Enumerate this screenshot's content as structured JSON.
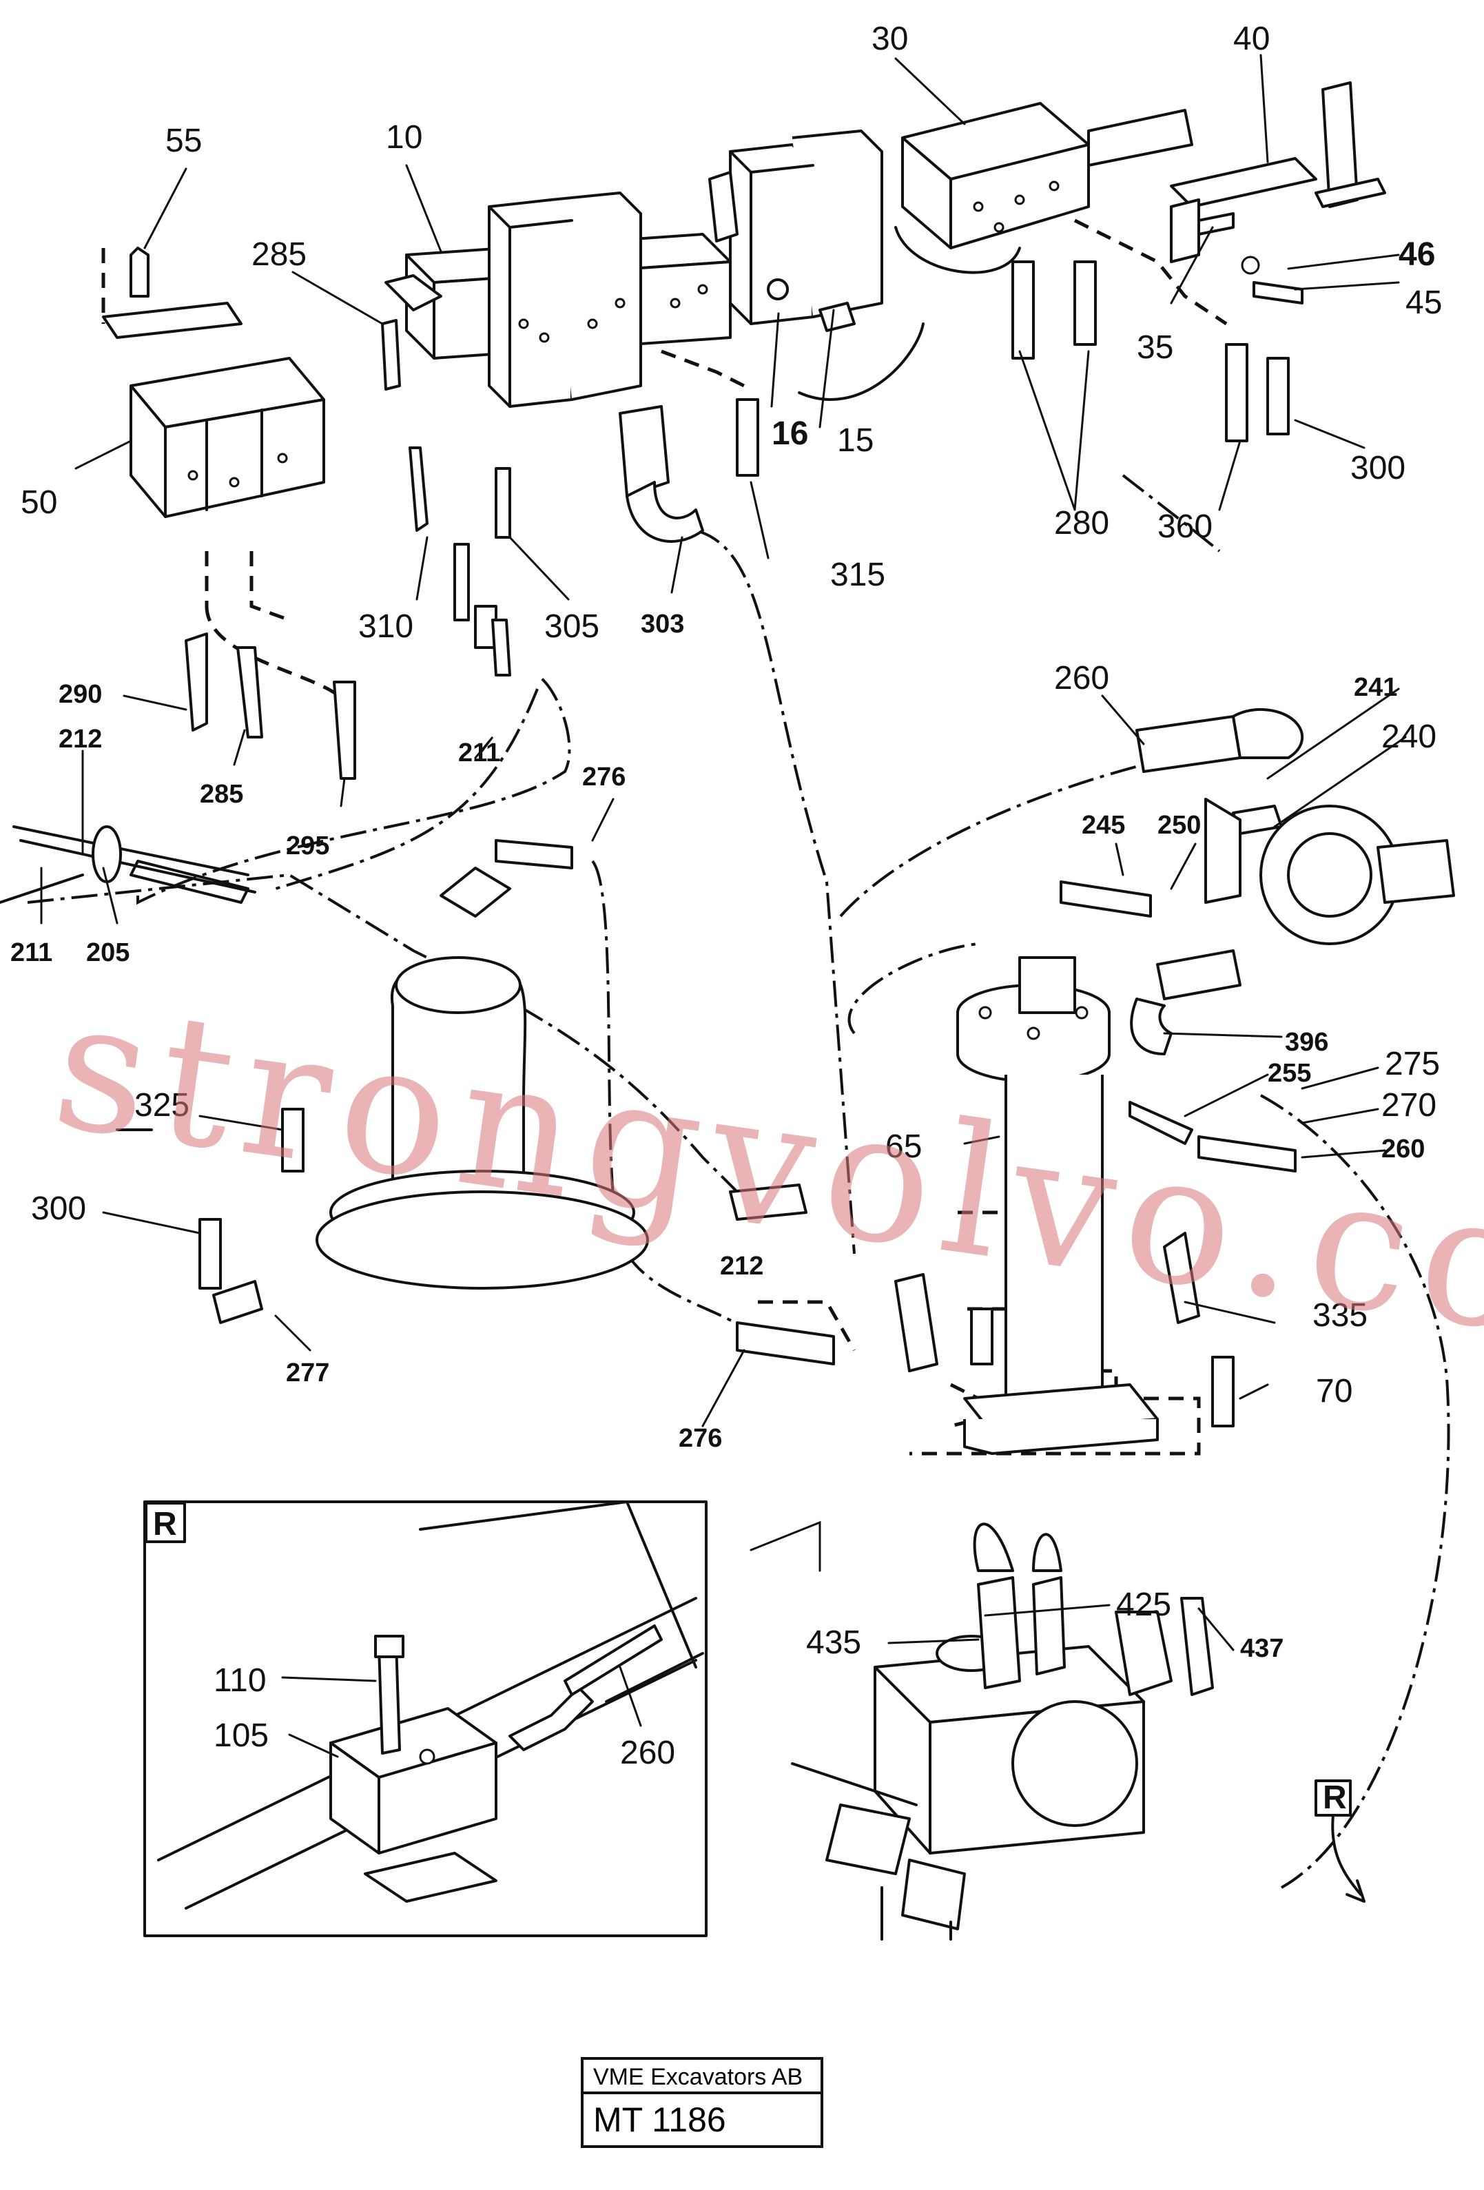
{
  "watermark": "strongvolvo.com",
  "title_block": {
    "company": "VME Excavators AB",
    "drawing_no": "MT 1186"
  },
  "detail_marker": "R",
  "callouts": {
    "c10": "10",
    "c15": "15",
    "c16": "16",
    "c30": "30",
    "c35": "35",
    "c40": "40",
    "c45": "45",
    "c46": "46",
    "c50": "50",
    "c55": "55",
    "c65": "65",
    "c70": "70",
    "c105": "105",
    "c110": "110",
    "c205": "205",
    "c211a": "211",
    "c211b": "211",
    "c212a": "212",
    "c212b": "212",
    "c240": "240",
    "c241": "241",
    "c245": "245",
    "c250": "250",
    "c255": "255",
    "c260a": "260",
    "c260b": "260",
    "c260c": "260",
    "c270": "270",
    "c275": "275",
    "c276a": "276",
    "c276b": "276",
    "c277": "277",
    "c280": "280",
    "c285a": "285",
    "c285b": "285",
    "c290": "290",
    "c295": "295",
    "c300a": "300",
    "c300b": "300",
    "c303": "303",
    "c305": "305",
    "c310": "310",
    "c315": "315",
    "c325": "325",
    "c335": "335",
    "c360": "360",
    "c396": "396",
    "c425": "425",
    "c435": "435",
    "c437": "437"
  }
}
